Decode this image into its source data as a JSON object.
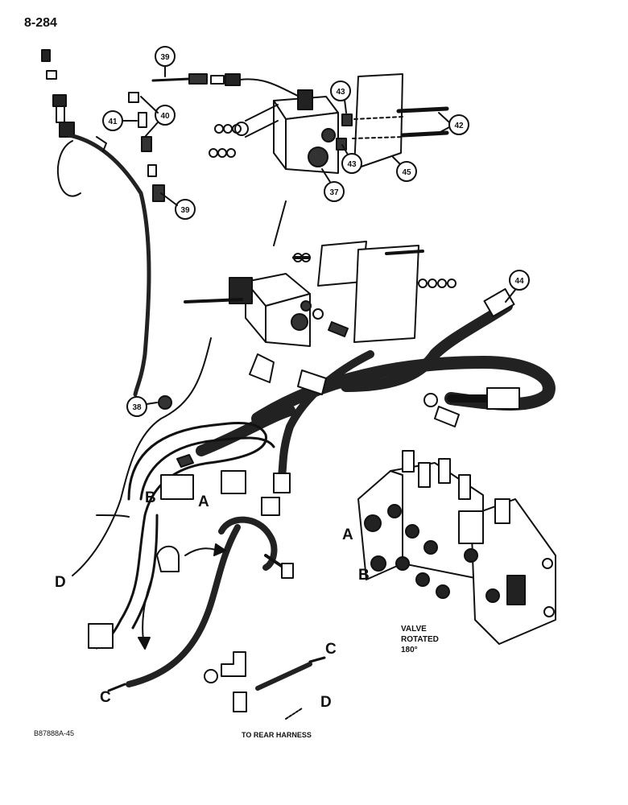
{
  "page_number": "8-284",
  "callouts": {
    "c37": "37",
    "c38": "38",
    "c39a": "39",
    "c39b": "39",
    "c40": "40",
    "c41": "41",
    "c42": "42",
    "c43a": "43",
    "c43b": "43",
    "c44": "44",
    "c45": "45"
  },
  "letters": {
    "a_hose": "A",
    "b_hose": "B",
    "c_left": "C",
    "c_right": "C",
    "d_left": "D",
    "d_right": "D",
    "a_valve": "A",
    "b_valve": "B"
  },
  "valve_note": [
    "VALVE",
    "ROTATED",
    "180°"
  ],
  "bottom_caption": "TO REAR HARNESS",
  "figure_code": "B87888A-45"
}
